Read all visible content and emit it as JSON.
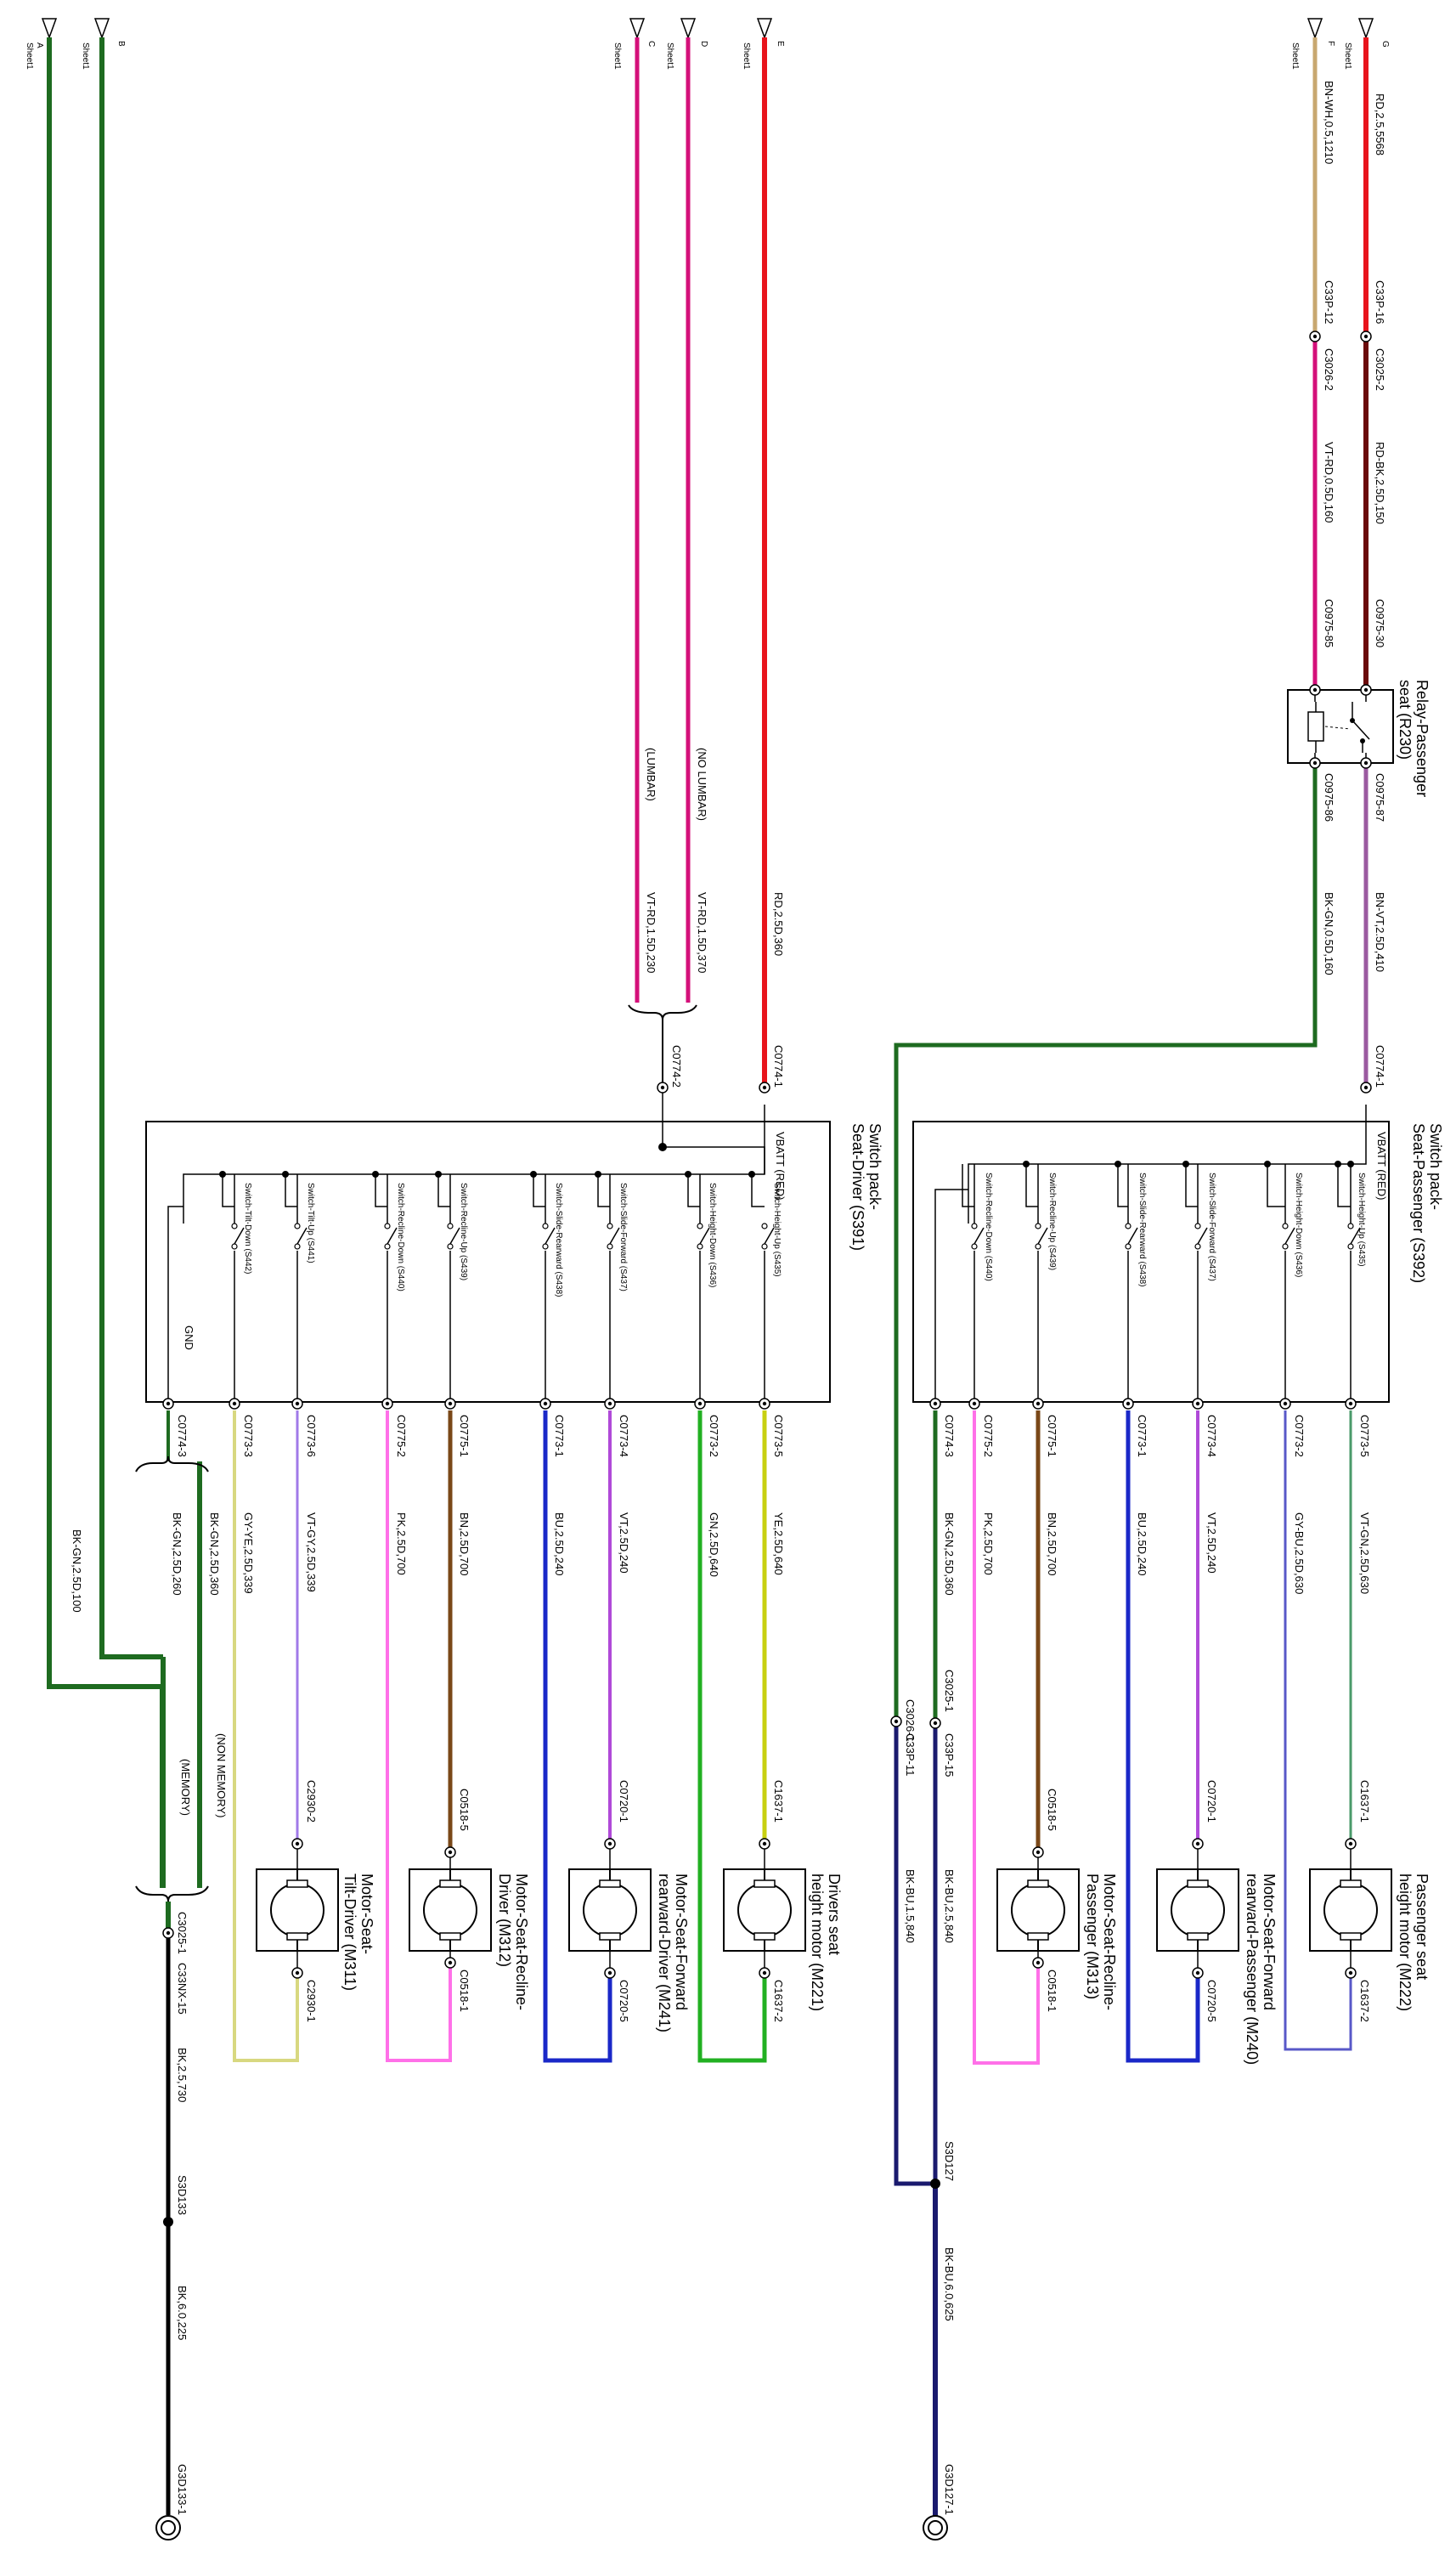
{
  "offpage": [
    {
      "letter": "A",
      "sheet": "Sheet1"
    },
    {
      "letter": "B",
      "sheet": "Sheet1"
    },
    {
      "letter": "C",
      "sheet": "Sheet1"
    },
    {
      "letter": "D",
      "sheet": "Sheet1"
    },
    {
      "letter": "E",
      "sheet": "Sheet1"
    },
    {
      "letter": "F",
      "sheet": "Sheet1"
    },
    {
      "letter": "G",
      "sheet": "Sheet1"
    }
  ],
  "colors": {
    "rd": "#e8141c",
    "rdbk": "#6b0a0a",
    "vtrd": "#d4107a",
    "bnvt": "#9b5aa0",
    "bkgn": "#1e6b20",
    "bkbu": "#1a1a6e",
    "bk": "#000000",
    "bnwh": "#c8a870",
    "yegn": "#c8d010",
    "gn": "#22b022",
    "vt": "#b04ad8",
    "bu": "#1a28c8",
    "bn": "#7a4818",
    "pk": "#ff70e8",
    "vtgy": "#a07ae8",
    "gyye": "#d8d880",
    "gybu": "#5858c8",
    "vtgn": "#4a9a6a"
  },
  "labels": {
    "rd2_5568": "RD,2.5,5568",
    "bnwh": "BN-WH,0.5,1210",
    "c33p16": "C33P-16",
    "c3025_2": "C3025-2",
    "c33p12": "C33P-12",
    "c3026_2": "C3026-2",
    "rdbk": "RD-BK,2.5D,150",
    "vtrd160": "VT-RD,0.5D,160",
    "c0975_30": "C0975-30",
    "c0975_85": "C0975-85",
    "relay1": "Relay-Passenger",
    "relay2": "seat (R230)",
    "c0975_87": "C0975-87",
    "c0975_86": "C0975-86",
    "bnvt": "BN-VT,2.5D,410",
    "bkgn160": "BK-GN,0.5D,160",
    "c0774_1p": "C0774-1",
    "rd360": "RD,2.5D,360",
    "vtrd370": "VT-RD,1.5D,370",
    "vtrd230": "VT-RD,1.5D,230",
    "nolumbar": "(NO LUMBAR)",
    "lumbar": "(LUMBAR)",
    "c0774_1d": "C0774-1",
    "c0774_2": "C0774-2",
    "swp1": "Switch pack-",
    "swp2": "Seat-Passenger (S392)",
    "swd1": "Switch pack-",
    "swd2": "Seat-Driver (S391)",
    "vbatt": "VBATT (RED)",
    "gnd": "GND",
    "p_sw": [
      "Switch-Height-Up (S435)",
      "Switch-Height-Down (S436)",
      "Switch-Slide-Forward (S437)",
      "Switch-Slide-Rearward (S438)",
      "Switch-Recline-Up (S439)",
      "Switch-Recline-Down (S440)"
    ],
    "d_sw": [
      "Switch-Height-Up (S435)",
      "Switch-Height-Down (S436)",
      "Switch-Slide-Forward (S437)",
      "Switch-Slide-Rearward (S438)",
      "Switch-Recline-Up (S439)",
      "Switch-Recline-Down (S440)",
      "Switch-Tilt-Up (S441)",
      "Switch-Tilt-Down (S442)"
    ],
    "p_conn": [
      "C0773-5",
      "C0773-2",
      "C0773-4",
      "C0773-1",
      "C0775-1",
      "C0775-2",
      "C0774-3"
    ],
    "p_wire": [
      "VT-GN,2.5D,630",
      "GY-BU,2.5D,630",
      "VT,2.5D,240",
      "BU,2.5D,240",
      "BN,2.5D,700",
      "PK,2.5D,700",
      "BK-GN,2.5D,360"
    ],
    "d_conn": [
      "C0773-5",
      "C0773-2",
      "C0773-4",
      "C0773-1",
      "C0775-1",
      "C0775-2",
      "C0773-6",
      "C0773-3",
      "C0774-3"
    ],
    "d_wire": [
      "YE,2.5D,640",
      "GN,2.5D,640",
      "VT,2.5D,240",
      "BU,2.5D,240",
      "BN,2.5D,700",
      "PK,2.5D,700",
      "VT-GY,2.5D,339",
      "GY-YE,2.5D,339",
      "BK-GN,2.5D,360",
      "BK-GN,2.5D,260"
    ],
    "bkgn100": "BK-GN,2.5D,100",
    "pm1a": "C1637-1",
    "pm1b": "C1637-2",
    "pm1n1": "Passenger seat",
    "pm1n2": "height motor (M222)",
    "pm2a": "C0720-1",
    "pm2b": "C0720-5",
    "pm2n1": "Motor-Seat-Forward",
    "pm2n2": "rearward-Passenger (M240)",
    "pm3a": "C0518-5",
    "pm3b": "C0518-1",
    "pm3n1": "Motor-Seat-Recline-",
    "pm3n2": "Passenger (M313)",
    "dm1a": "C1637-1",
    "dm1b": "C1637-2",
    "dm1n1": "Drivers seat",
    "dm1n2": "height motor (M221)",
    "dm2a": "C0720-1",
    "dm2b": "C0720-5",
    "dm2n1": "Motor-Seat-Forward",
    "dm2n2": "rearward-Driver (M241)",
    "dm3a": "C0518-5",
    "dm3b": "C0518-1",
    "dm3n1": "Motor-Seat-Recline-",
    "dm3n2": "Driver (M312)",
    "dm4a": "C2930-2",
    "dm4b": "C2930-1",
    "dm4n1": "Motor-Seat-",
    "dm4n2": "Tilt-Driver (M311)",
    "c3026_1": "C3026-1",
    "c33p11": "C33P-11",
    "c3025_1p": "C3025-1",
    "c33p15": "C33P-15",
    "bkbu840": "BK-BU,1.5,840",
    "bkbu840b": "BK-BU,2.5,840",
    "s3d127": "S3D127",
    "bkbu625": "BK-BU,6.0,625",
    "g3d127": "G3D127-1",
    "nonmem": "(NON MEMORY)",
    "mem": "(MEMORY)",
    "c3025_1d": "C3025-1",
    "c33nx15": "C33NX-15",
    "bk730": "BK,2.5,730",
    "s3d133": "S3D133",
    "bk6225": "BK,6.0,225",
    "g3d133": "G3D133-1"
  }
}
